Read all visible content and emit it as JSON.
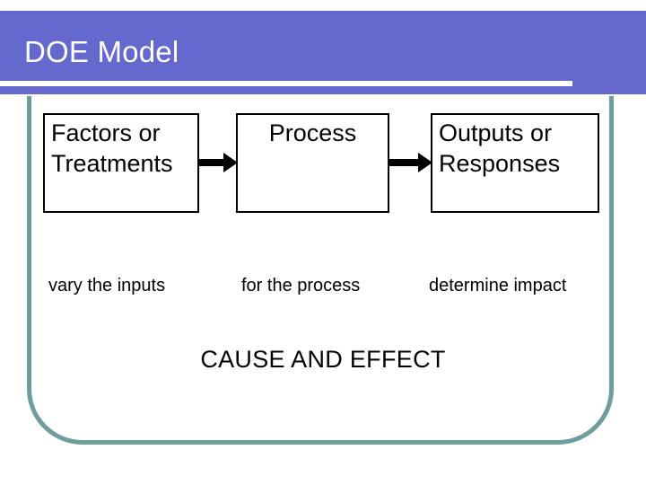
{
  "slide": {
    "title": "DOE Model",
    "theme": {
      "title_band_color": "#6568cc",
      "title_text_color": "#ffffff",
      "frame_border_color": "#6d9d9c",
      "box_border_color": "#000000",
      "body_text_color": "#000000",
      "background_color": "#ffffff"
    }
  },
  "diagram": {
    "type": "flow",
    "boxes": [
      {
        "id": "factors",
        "label": "Factors or\nTreatments",
        "line1": "Factors or",
        "line2": "Treatments",
        "align": "left"
      },
      {
        "id": "process",
        "label": "Process",
        "line1": "Process",
        "line2": "",
        "align": "center"
      },
      {
        "id": "outputs",
        "label": "Outputs or\nResponses",
        "line1": "Outputs or",
        "line2": "Responses",
        "align": "left"
      }
    ],
    "arrows": [
      {
        "id": "arrow-1",
        "from": "factors",
        "to": "process",
        "direction": "right"
      },
      {
        "id": "arrow-2",
        "from": "process",
        "to": "outputs",
        "direction": "right"
      }
    ],
    "captions": [
      {
        "id": "inputs",
        "text": "vary the inputs",
        "under": "factors"
      },
      {
        "id": "process",
        "text": "for the process",
        "under": "process"
      },
      {
        "id": "impact",
        "text": "determine impact",
        "under": "outputs"
      }
    ],
    "summary": "CAUSE AND EFFECT"
  }
}
